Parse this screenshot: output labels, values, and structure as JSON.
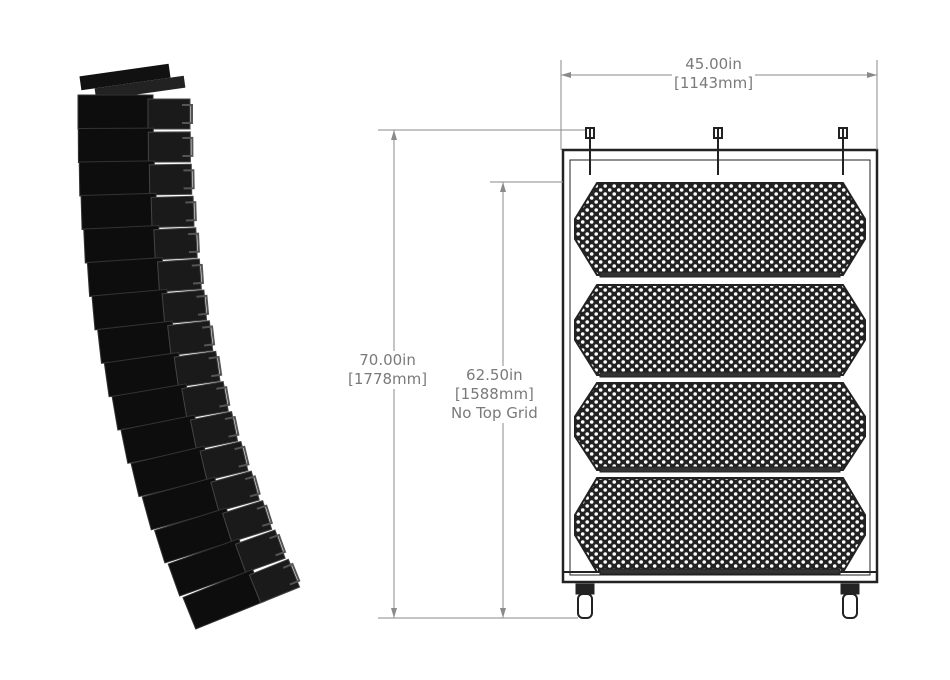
{
  "dimensions": {
    "width": {
      "imperial": "45.00in",
      "metric": "[1143mm]"
    },
    "height_total": {
      "imperial": "70.00in",
      "metric": "[1778mm]"
    },
    "height_no_grid": {
      "imperial": "62.50in",
      "metric": "[1588mm]",
      "note": "No Top Grid"
    }
  },
  "array": {
    "cabinet_count": 16
  },
  "front_view": {
    "grille_panels": 4
  },
  "colors": {
    "dimension": "#7a7a7a",
    "cabinet": "#111111",
    "line": "#222222"
  }
}
